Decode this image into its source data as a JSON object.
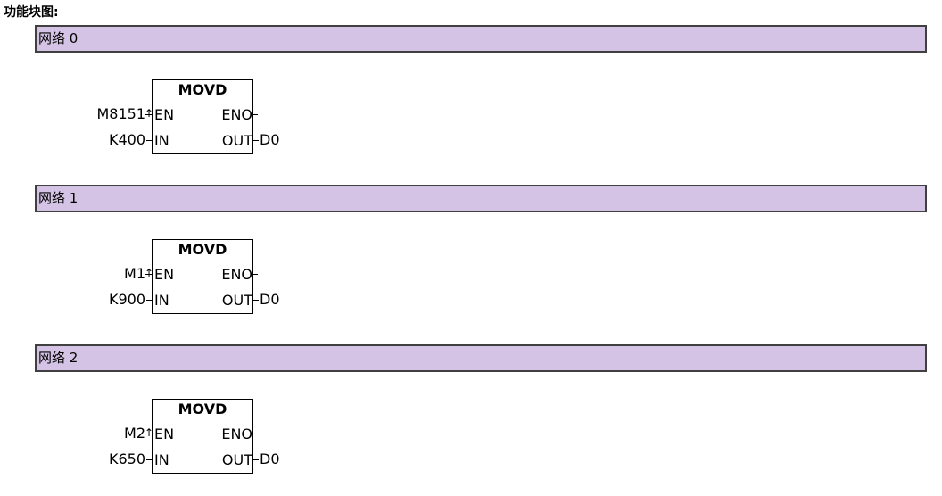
{
  "heading": "功能块图:",
  "networks": [
    {
      "label": "网络 0",
      "block": {
        "name": "MOVD",
        "pins": {
          "en": "EN",
          "in": "IN",
          "eno": "ENO",
          "out": "OUT"
        },
        "en_operand": "M8151",
        "in_operand": "K400",
        "out_operand": "D0",
        "en_edge_icon": "rising-edge-arrow"
      }
    },
    {
      "label": "网络 1",
      "block": {
        "name": "MOVD",
        "pins": {
          "en": "EN",
          "in": "IN",
          "eno": "ENO",
          "out": "OUT"
        },
        "en_operand": "M1",
        "in_operand": "K900",
        "out_operand": "D0",
        "en_edge_icon": "rising-edge-arrow"
      }
    },
    {
      "label": "网络 2",
      "block": {
        "name": "MOVD",
        "pins": {
          "en": "EN",
          "in": "IN",
          "eno": "ENO",
          "out": "OUT"
        },
        "en_operand": "M2",
        "in_operand": "K650",
        "out_operand": "D0",
        "en_edge_icon": "rising-edge-arrow"
      }
    }
  ],
  "colors": {
    "network_bar": "#d5c3e5",
    "network_border": "#404040"
  }
}
